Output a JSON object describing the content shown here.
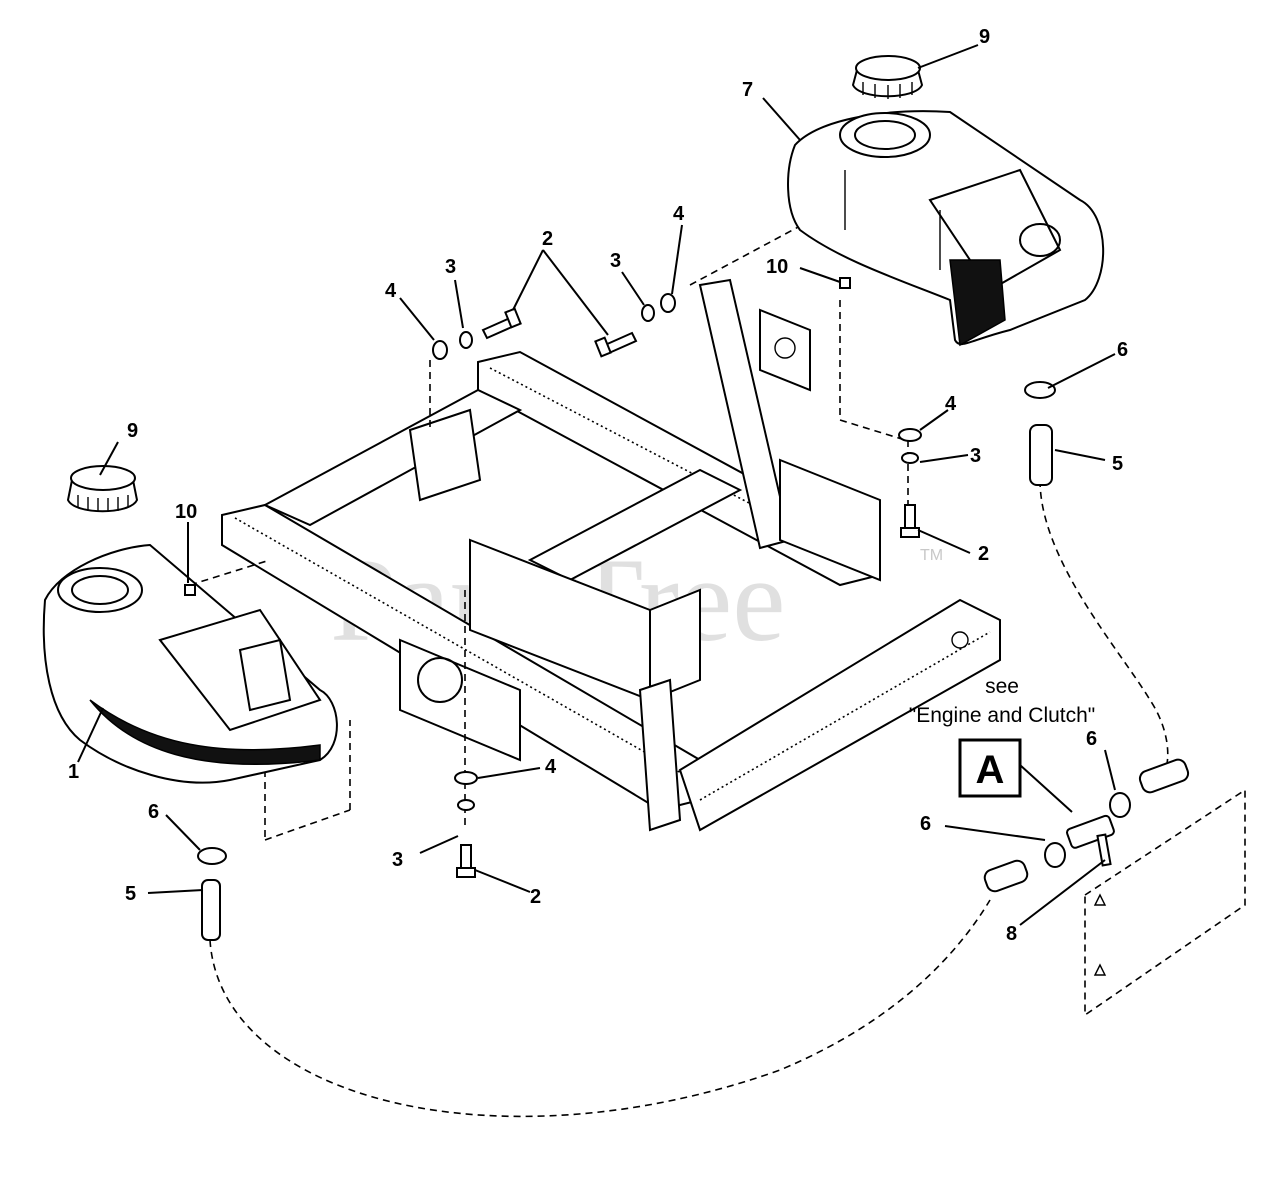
{
  "diagram": {
    "callouts": {
      "c1": "1",
      "c2_top": "2",
      "c2_right": "2",
      "c2_bottom": "2",
      "c3_top_left": "3",
      "c3_top_mid": "3",
      "c3_right": "3",
      "c3_bottom": "3",
      "c4_top_left": "4",
      "c4_top_mid": "4",
      "c4_right": "4",
      "c4_bottom": "4",
      "c5_left": "5",
      "c5_right": "5",
      "c6_left": "6",
      "c6_right_top": "6",
      "c6_valve_top": "6",
      "c6_valve_left": "6",
      "c7": "7",
      "c8": "8",
      "c9_left": "9",
      "c9_right": "9",
      "c10_left": "10",
      "c10_right": "10"
    },
    "reference": {
      "see_label": "see",
      "section_label": "\"Engine and Clutch\"",
      "box_letter": "A"
    },
    "watermark": {
      "text": "PartsTree",
      "tm": "TM"
    }
  }
}
